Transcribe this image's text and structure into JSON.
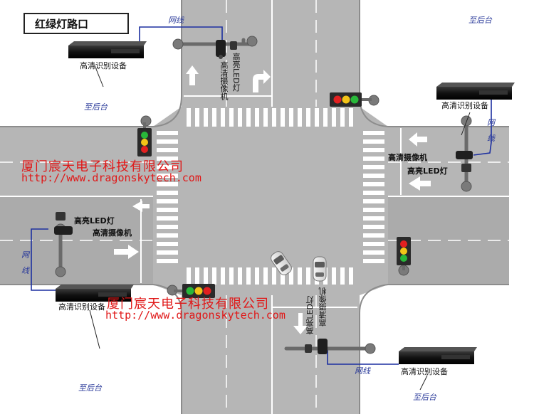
{
  "title": "红绿灯路口",
  "labels": {
    "network": "网线",
    "net_char_1": "网",
    "net_char_2": "线",
    "backend": "至后台",
    "recognition_device": "高清识别设备",
    "hd_camera": "高清摄像机",
    "led_light": "高亮LED灯",
    "led_light_alt": "高亮LED灯"
  },
  "watermark": {
    "company": "厦门宸天电子科技有限公司",
    "url": "http://www.dragonskytech.com"
  },
  "colors": {
    "road": "#b4b4b4",
    "road_dark": "#a7a7a7",
    "curb": "#8a8a8a",
    "lane_line": "#ffffff",
    "device_body": "#1a1a1a",
    "wire": "#1c2fa0",
    "red_light": "#e22020",
    "yellow_light": "#f2c418",
    "green_light": "#28b83a",
    "watermark": "#e01818"
  }
}
